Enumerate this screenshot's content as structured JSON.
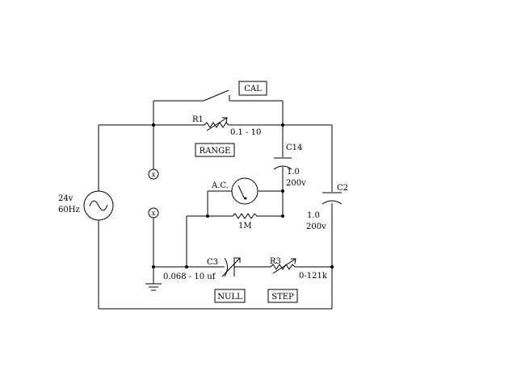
{
  "labels": {
    "cal": "CAL",
    "r1": "R1",
    "r1_value": "0.1 - 10",
    "range": "RANGE",
    "c14": "C14",
    "c14_value": "1.0",
    "c14_voltage": "200v",
    "c2": "C2",
    "c2_value": "1.0",
    "c2_voltage": "200v",
    "source_voltage": "24v",
    "source_freq": "60Hz",
    "meter": "A.C.",
    "resistor_1m": "1M",
    "c3": "C3",
    "c3_value": "0.068 - 10 uf",
    "r3": "R3",
    "r3_value": "0-121k",
    "null": "NULL",
    "step": "STEP",
    "terminal_symbol": "x"
  }
}
